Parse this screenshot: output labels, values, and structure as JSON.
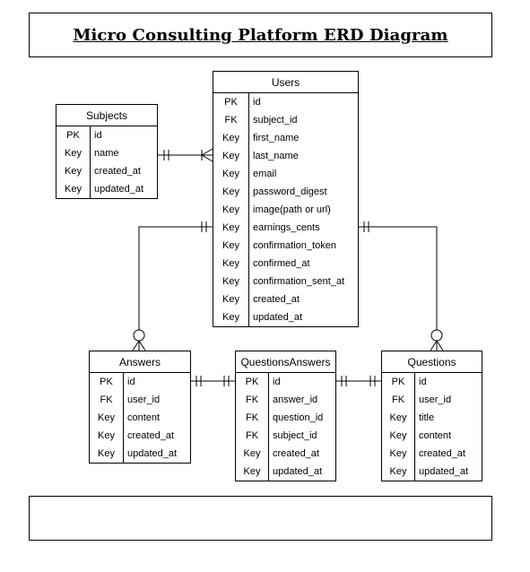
{
  "title": "Micro Consulting Platform ERD Diagram",
  "entities": {
    "users": {
      "name": "Users",
      "fields": [
        {
          "key": "PK",
          "name": "id"
        },
        {
          "key": "FK",
          "name": "subject_id"
        },
        {
          "key": "Key",
          "name": "first_name"
        },
        {
          "key": "Key",
          "name": "last_name"
        },
        {
          "key": "Key",
          "name": "email"
        },
        {
          "key": "Key",
          "name": "password_digest"
        },
        {
          "key": "Key",
          "name": "image(path or url)"
        },
        {
          "key": "Key",
          "name": "earnings_cents"
        },
        {
          "key": "Key",
          "name": "confirmation_token"
        },
        {
          "key": "Key",
          "name": "confirmed_at"
        },
        {
          "key": "Key",
          "name": "confirmation_sent_at"
        },
        {
          "key": "Key",
          "name": "created_at"
        },
        {
          "key": "Key",
          "name": "updated_at"
        }
      ]
    },
    "subjects": {
      "name": "Subjects",
      "fields": [
        {
          "key": "PK",
          "name": "id"
        },
        {
          "key": "Key",
          "name": "name"
        },
        {
          "key": "Key",
          "name": "created_at"
        },
        {
          "key": "Key",
          "name": "updated_at"
        }
      ]
    },
    "answers": {
      "name": "Answers",
      "fields": [
        {
          "key": "PK",
          "name": "id"
        },
        {
          "key": "FK",
          "name": "user_id"
        },
        {
          "key": "Key",
          "name": "content"
        },
        {
          "key": "Key",
          "name": "created_at"
        },
        {
          "key": "Key",
          "name": "updated_at"
        }
      ]
    },
    "questions_answers": {
      "name": "QuestionsAnswers",
      "fields": [
        {
          "key": "PK",
          "name": "id"
        },
        {
          "key": "FK",
          "name": "answer_id"
        },
        {
          "key": "FK",
          "name": "question_id"
        },
        {
          "key": "FK",
          "name": "subject_id"
        },
        {
          "key": "Key",
          "name": "created_at"
        },
        {
          "key": "Key",
          "name": "updated_at"
        }
      ]
    },
    "questions": {
      "name": "Questions",
      "fields": [
        {
          "key": "PK",
          "name": "id"
        },
        {
          "key": "FK",
          "name": "user_id"
        },
        {
          "key": "Key",
          "name": "title"
        },
        {
          "key": "Key",
          "name": "content"
        },
        {
          "key": "Key",
          "name": "created_at"
        },
        {
          "key": "Key",
          "name": "updated_at"
        }
      ]
    }
  },
  "relationships": [
    {
      "from": "subjects",
      "to": "users",
      "from_end": "one-and-only-one",
      "to_end": "many"
    },
    {
      "from": "users",
      "to": "answers",
      "from_end": "one-and-only-one",
      "to_end": "zero-or-many"
    },
    {
      "from": "users",
      "to": "questions",
      "from_end": "one-and-only-one",
      "to_end": "zero-or-many"
    },
    {
      "from": "answers",
      "to": "questions_answers",
      "from_end": "one-and-only-one",
      "to_end": "one-and-only-one"
    },
    {
      "from": "questions_answers",
      "to": "questions",
      "from_end": "one-and-only-one",
      "to_end": "one-and-only-one"
    }
  ]
}
